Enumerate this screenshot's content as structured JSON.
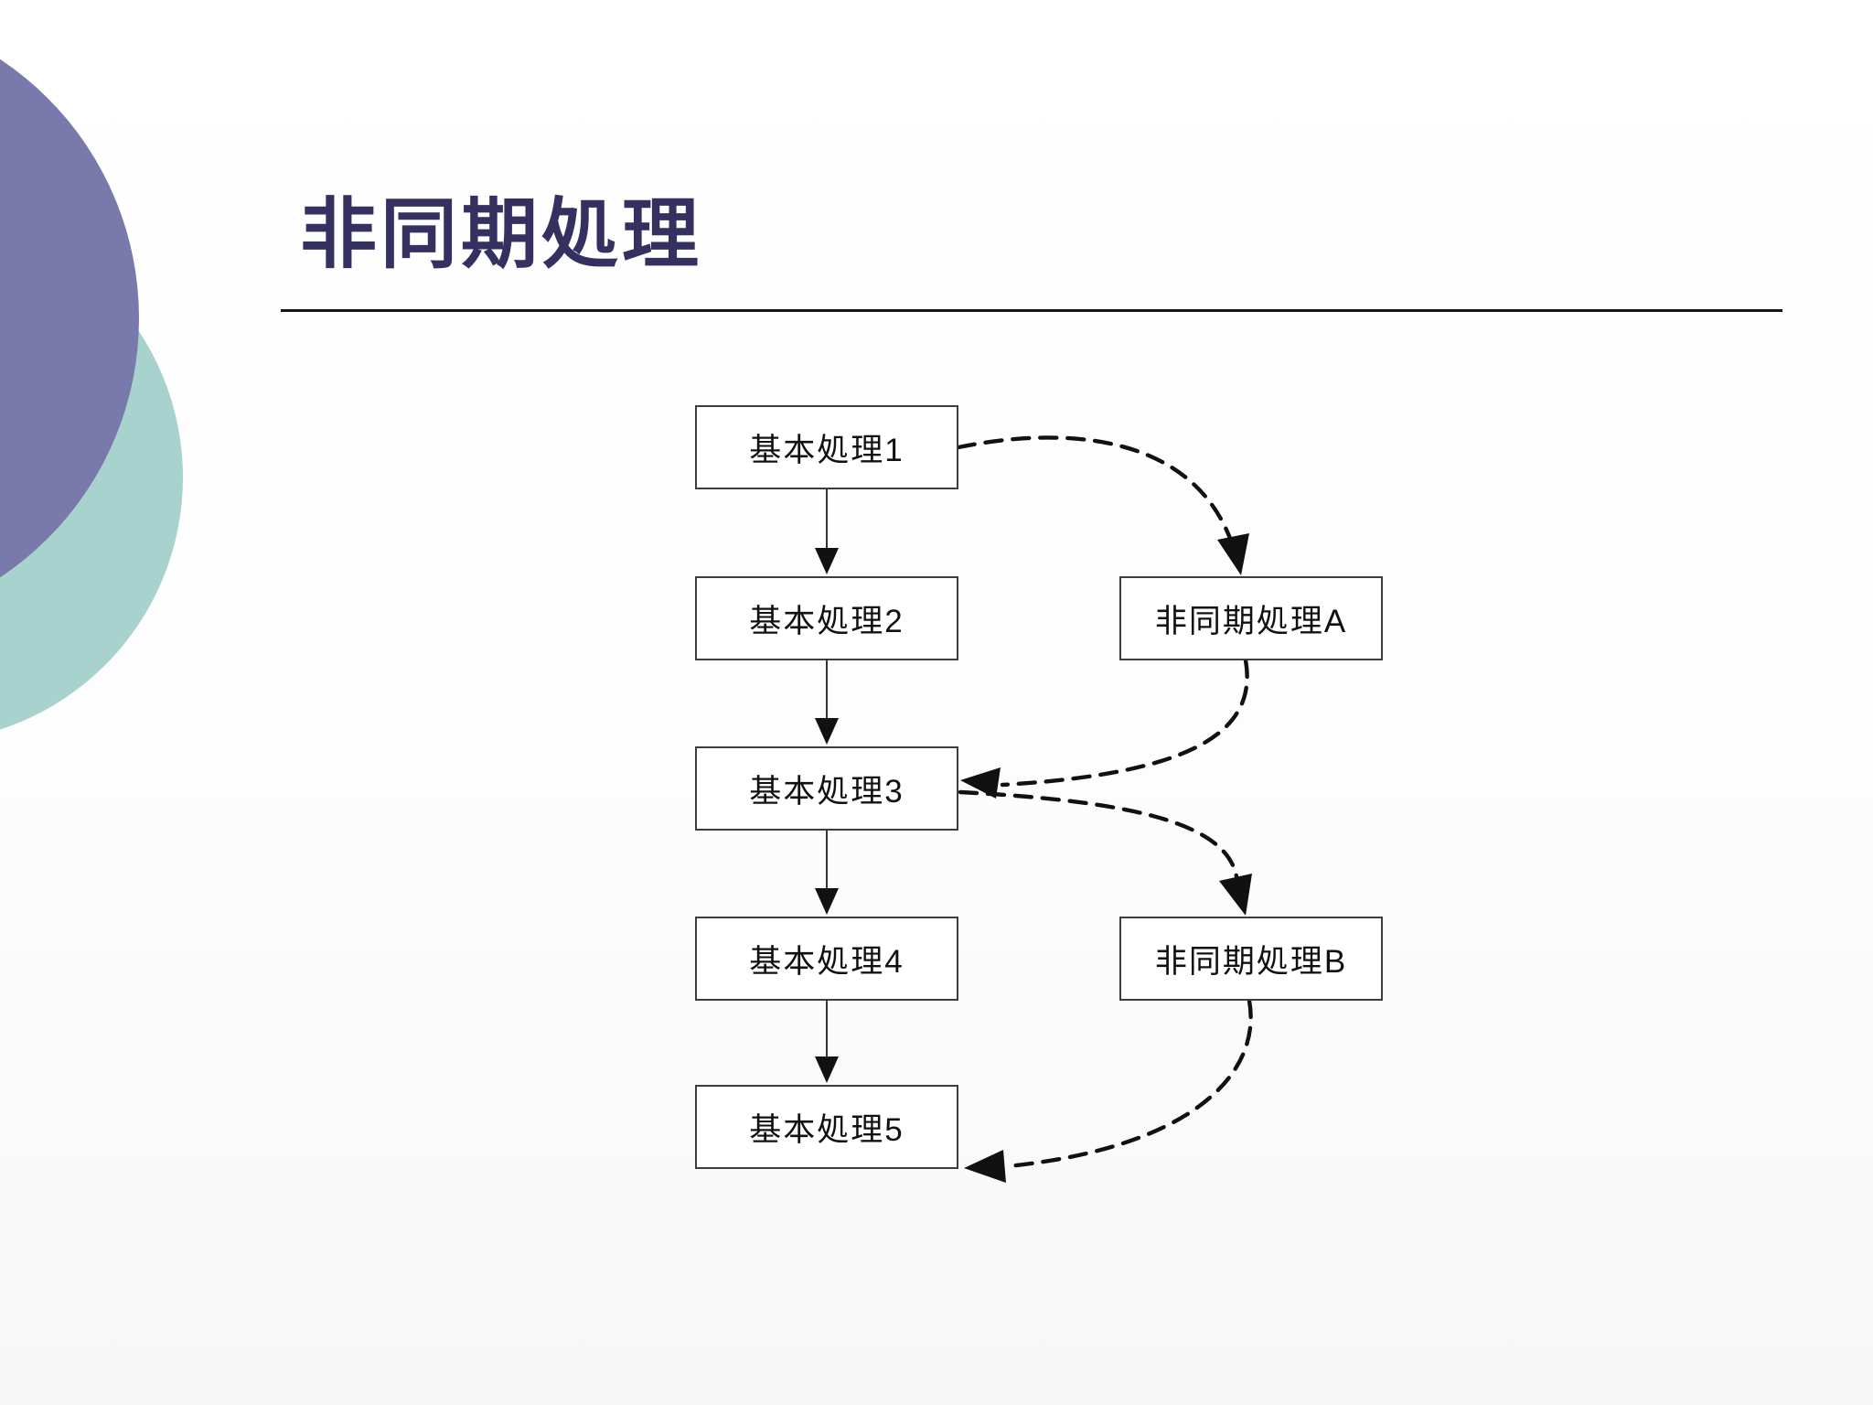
{
  "slide": {
    "title": "非同期処理",
    "colors": {
      "title_text": "#34305f",
      "title_rule": "#161616",
      "decor_circle_purple": "#7a79ab",
      "decor_circle_teal": "#a8d2cd",
      "box_border": "#3d3d3d",
      "box_fill": "#ffffff",
      "arrow_stroke": "#111111"
    }
  },
  "diagram": {
    "basic_flow_boxes": [
      {
        "id": "basic-1",
        "label": "基本処理1"
      },
      {
        "id": "basic-2",
        "label": "基本処理2"
      },
      {
        "id": "basic-3",
        "label": "基本処理3"
      },
      {
        "id": "basic-4",
        "label": "基本処理4"
      },
      {
        "id": "basic-5",
        "label": "基本処理5"
      }
    ],
    "async_boxes": [
      {
        "id": "async-a",
        "label": "非同期処理A"
      },
      {
        "id": "async-b",
        "label": "非同期処理B"
      }
    ],
    "solid_connections": [
      {
        "from": "basic-1",
        "to": "basic-2",
        "style": "solid-arrow"
      },
      {
        "from": "basic-2",
        "to": "basic-3",
        "style": "solid-arrow"
      },
      {
        "from": "basic-3",
        "to": "basic-4",
        "style": "solid-arrow"
      },
      {
        "from": "basic-4",
        "to": "basic-5",
        "style": "solid-arrow"
      }
    ],
    "dashed_connections": [
      {
        "from": "basic-1",
        "to": "async-a",
        "style": "dashed-curve-arrow"
      },
      {
        "from": "async-a",
        "to": "basic-3",
        "style": "dashed-curve-arrow"
      },
      {
        "from": "basic-3",
        "to": "async-b",
        "style": "dashed-curve-arrow"
      },
      {
        "from": "async-b",
        "to": "basic-5",
        "style": "dashed-curve-arrow"
      }
    ]
  }
}
